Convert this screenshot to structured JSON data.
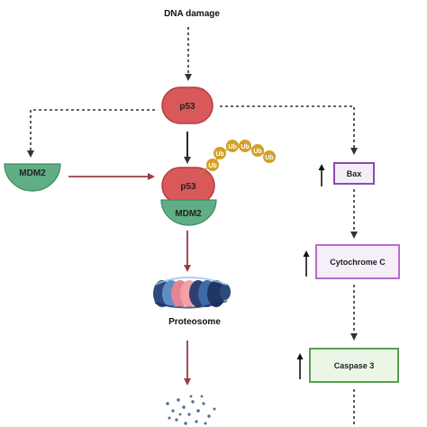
{
  "labels": {
    "trigger": "DNA damage",
    "p53_top": "p53",
    "mdm2_free": "MDM2",
    "p53_complex": "p53",
    "mdm2_complex": "MDM2",
    "bax": "Bax",
    "cytochrome_c": "Cytochrome C",
    "caspase3": "Caspase 3",
    "proteosome": "Proteosome",
    "ubiquitin": [
      "Ub",
      "Ub",
      "Ub",
      "Ub",
      "Ub",
      "Ub"
    ]
  },
  "indicators": {
    "up_arrow": "up-arrow-icon"
  },
  "colors": {
    "p53_fill": "#d9585a",
    "p53_stroke": "#b73b41",
    "mdm2_fill": "#5fae85",
    "mdm2_stroke": "#3f8a63",
    "ub_fill": "#d3a028",
    "bax_stroke": "#8a4cae",
    "cytc_stroke": "#b66ec9",
    "cytc_fill": "#f6eef9",
    "casp_stroke": "#56a14f",
    "casp_fill": "#ecf6e7",
    "degradation_arrow": "#9b3b48",
    "dotted_arrow": "#333333"
  }
}
